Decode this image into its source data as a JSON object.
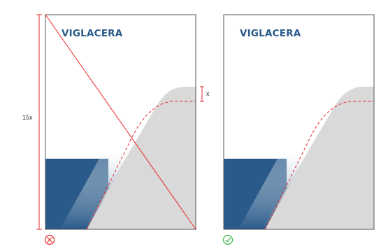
{
  "panels": [
    {
      "id": "wrong",
      "logo_text": "VIGLACERA",
      "status": "incorrect",
      "status_icon": "x-circle-icon"
    },
    {
      "id": "right",
      "logo_text": "VIGLACERA",
      "status": "correct",
      "status_icon": "check-circle-icon"
    }
  ],
  "dimensions": {
    "height_label": "15x",
    "offset_label": "x"
  },
  "colors": {
    "brand_blue": "#2a5a8a",
    "shape_gray": "#d9d9d9",
    "error_red": "#e8282b",
    "ok_green": "#3bb54a",
    "frame": "#555555"
  }
}
